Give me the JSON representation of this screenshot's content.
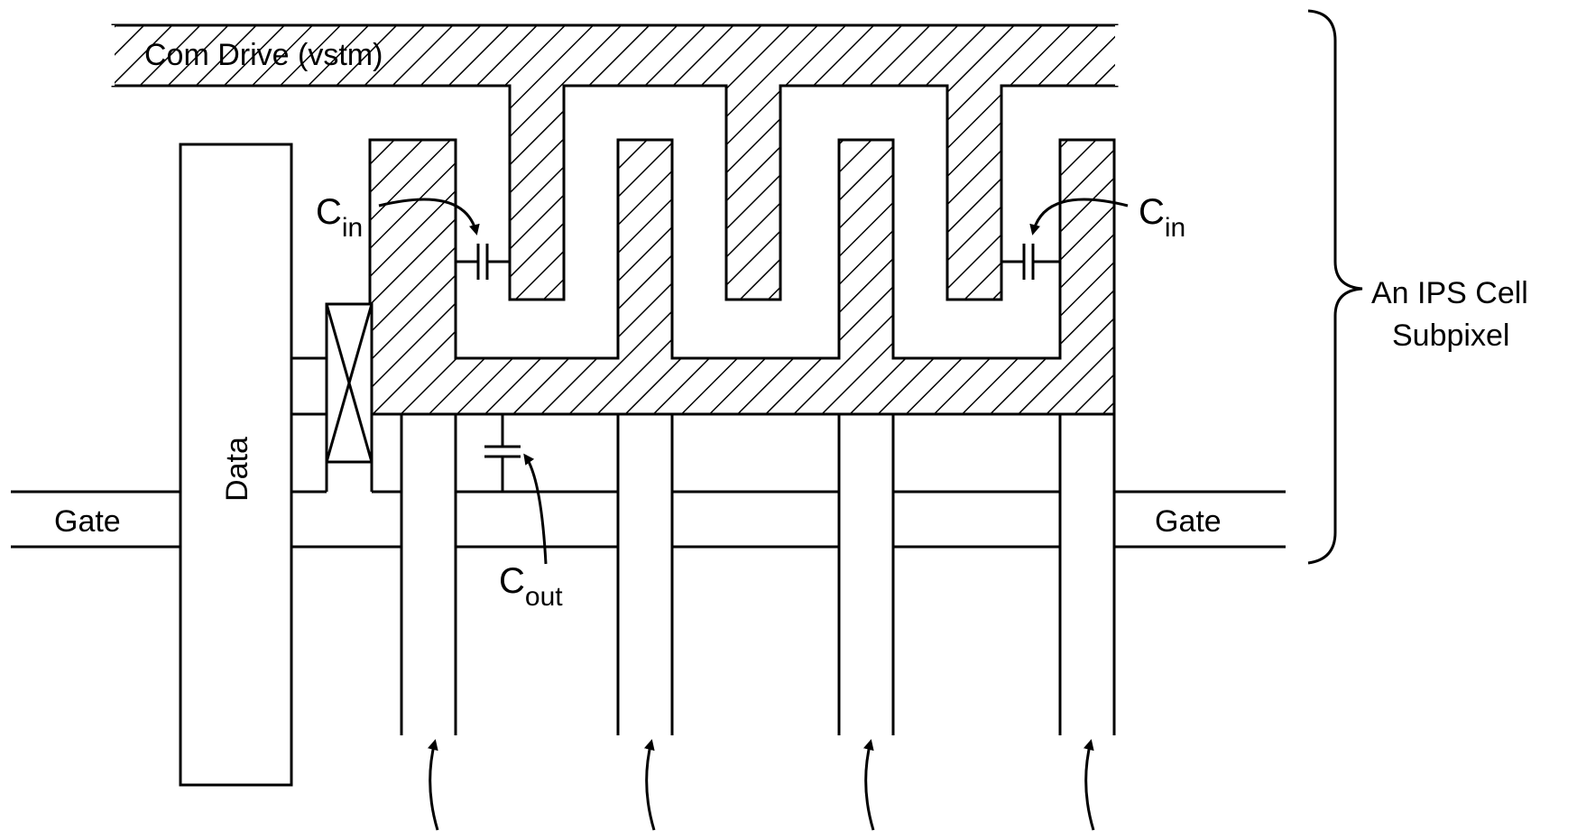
{
  "labels": {
    "com_drive": "Com Drive (vstm)",
    "data": "Data",
    "gate_left": "Gate",
    "gate_right": "Gate",
    "cin_left_main": "C",
    "cin_left_sub": "in",
    "cin_right_main": "C",
    "cin_right_sub": "in",
    "cout_main": "C",
    "cout_sub": "out",
    "cell_line1": "An IPS Cell",
    "cell_line2": "Subpixel"
  }
}
